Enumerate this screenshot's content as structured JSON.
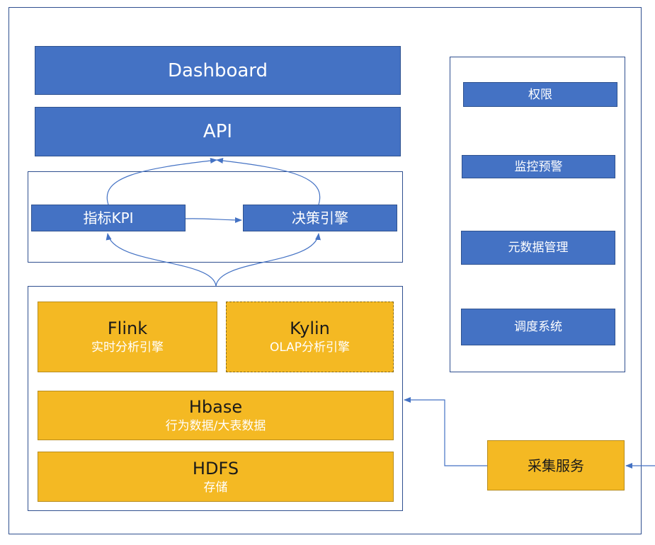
{
  "top": {
    "dashboard": "Dashboard",
    "api": "API"
  },
  "engines": {
    "kpi": "指标KPI",
    "decision": "决策引擎"
  },
  "storage": {
    "flink_title": "Flink",
    "flink_sub": "实时分析引擎",
    "kylin_title": "Kylin",
    "kylin_sub": "OLAP分析引擎",
    "hbase_title": "Hbase",
    "hbase_sub": "行为数据/大表数据",
    "hdfs_title": "HDFS",
    "hdfs_sub": "存储"
  },
  "side": {
    "items": [
      "权限",
      "监控预警",
      "元数据管理",
      "调度系统"
    ]
  },
  "collector": "采集服务",
  "colors": {
    "blue_fill": "#4472c4",
    "gold_fill": "#f4b923",
    "border": "#2f4f8f"
  }
}
